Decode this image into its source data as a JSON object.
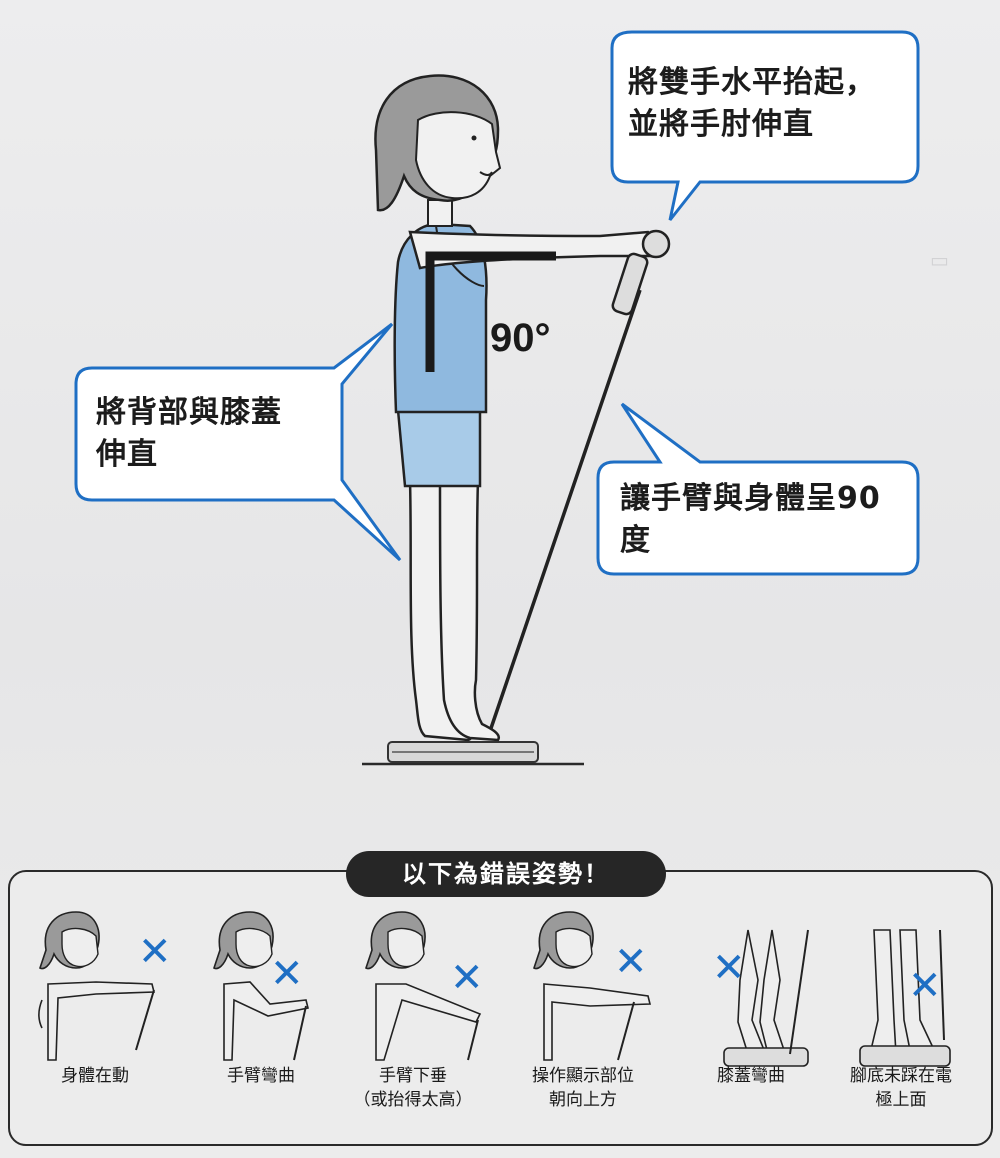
{
  "callouts": {
    "arms_raise": {
      "line1": "將雙手水平抬起，",
      "line2": "並將手肘伸直"
    },
    "back_knees": {
      "line1": "將背部與膝蓋",
      "line2": "伸直"
    },
    "arm_angle": {
      "line1": "讓手臂與身體呈90",
      "line2": "度"
    }
  },
  "angle_label": "90°",
  "wrong_section": {
    "title": "以下為錯誤姿勢！",
    "items": [
      {
        "line1": "身體在動",
        "line2": ""
      },
      {
        "line1": "手臂彎曲",
        "line2": ""
      },
      {
        "line1": "手臂下垂",
        "line2": "（或抬得太高）"
      },
      {
        "line1": "操作顯示部位",
        "line2": "朝向上方"
      },
      {
        "line1": "膝蓋彎曲",
        "line2": ""
      },
      {
        "line1": "腳底未踩在電",
        "line2": "極上面"
      }
    ]
  },
  "colors": {
    "accent_blue": "#1f6fc4",
    "shirt": "#8fb9df",
    "shorts": "#a8cbe8",
    "title_bg": "#262626"
  }
}
